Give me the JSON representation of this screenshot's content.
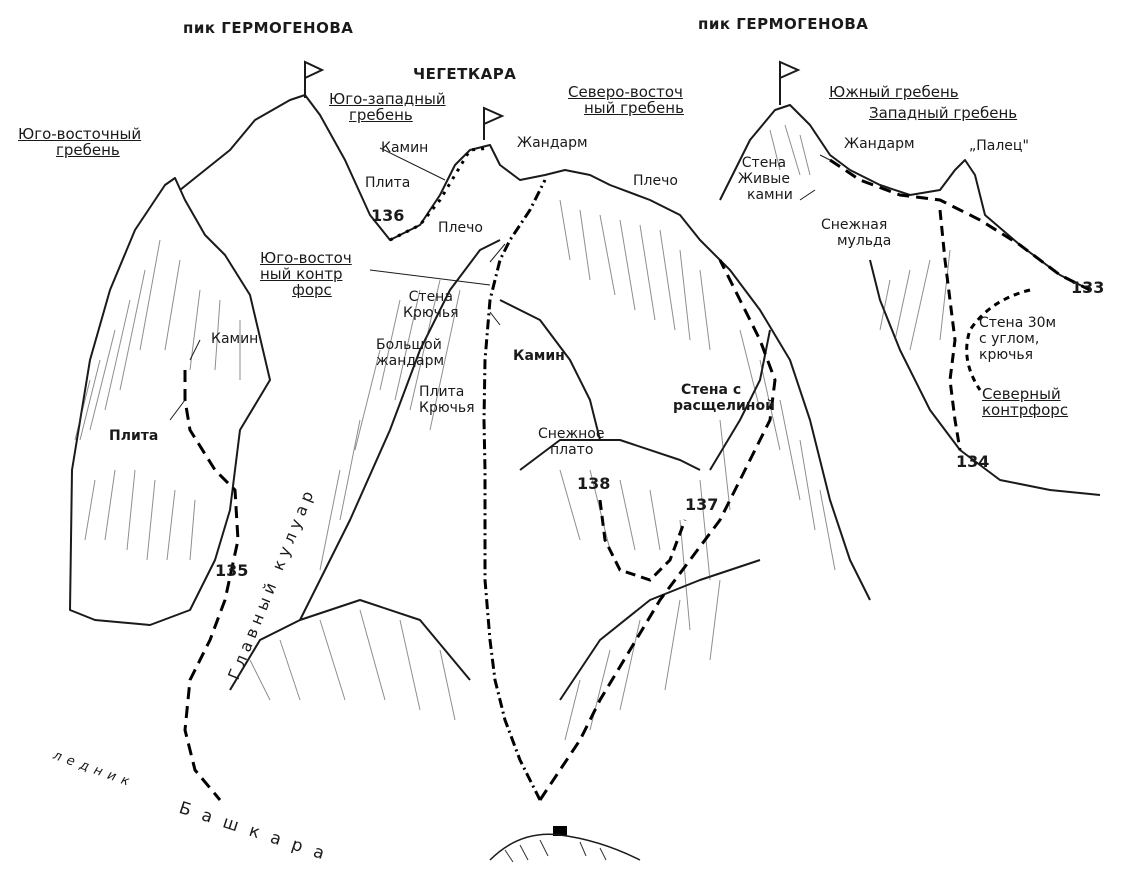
{
  "peaks": {
    "left": "пик ГЕРМОГЕНОВА",
    "right": "пик ГЕРМОГЕНОВА",
    "center": "ЧЕГЕТКАРА"
  },
  "ridges": {
    "se_ridge": [
      "Юго-восточный",
      "гребень"
    ],
    "sw_ridge": [
      "Юго-западный",
      "гребень"
    ],
    "ne_ridge": [
      "Северо-восточ",
      "ный гребень"
    ],
    "south_ridge": "Южный гребень",
    "west_ridge": "Западный гребень",
    "se_buttress": [
      "Юго-восточ",
      "ный контр",
      "форс"
    ],
    "north_buttress": [
      "Северный",
      "контрфорс"
    ]
  },
  "features": {
    "kamin_top": "Камин",
    "zhandarm_center": "Жандарм",
    "plita_top": "Плита",
    "plecho_center": "Плечо",
    "plecho_right": "Плечо",
    "stena_kryuchya": [
      "Стена",
      "Крючья"
    ],
    "bolshoy_zhandarm": [
      "Большой",
      "жандарм"
    ],
    "kamin_mid": "Камин",
    "plita_kryuchya": [
      "Плита",
      "Крючья"
    ],
    "kamin_left": "Камин",
    "plita_left": "Плита",
    "snezhnoe_plato": [
      "Снежное",
      "плато"
    ],
    "stena_rasshchelina": [
      "Стена с",
      "расщелиной"
    ],
    "zhandarm_right": "Жандарм",
    "stena_zhivye": [
      "Стена",
      "Живые",
      "камни"
    ],
    "snezhnaya_mulda": [
      "Снежная",
      "мульда"
    ],
    "palets": "„Палец\"",
    "stena_30m": [
      "Стена 30м",
      "с углом,",
      "крючья"
    ],
    "glavny_kuluar": "Главный кулуар",
    "lednik": "ледник",
    "bashkara": "Башкара"
  },
  "routes": [
    "135",
    "136",
    "137",
    "138",
    "133",
    "134"
  ]
}
